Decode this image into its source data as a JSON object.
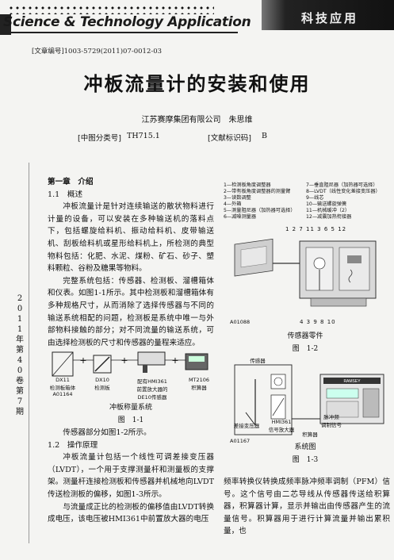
{
  "header": {
    "logo_text": "Science & Technology Application",
    "corner_tag": "科技应用"
  },
  "meta": {
    "article_no": "[文章编号]1003-5729(2011)07-0012-03",
    "clc_label": "[中图分类号]",
    "clc_value": "TH715.1",
    "doc_label": "[文献标识码]",
    "doc_value": "B"
  },
  "title": "冲板流量计的安装和使用",
  "author": "江苏赛摩集团有限公司　朱思维",
  "side_label": [
    "2",
    "0",
    "1",
    "1",
    "年",
    "第",
    "4",
    "0",
    "卷",
    "第",
    "7",
    "期"
  ],
  "body": {
    "chapter": "第一章　介绍",
    "sec_1_1": "1.1　概述",
    "p1": "冲板流量计是针对连续输送的散状物料进行计量的设备，可以安装在多种输送机的落料点下，包括螺旋给料机、振动给料机、皮带输送机、刮板给料机或星形给料机上，所检测的典型物料包括：化肥、水泥、煤粉、矿石、砂子、塑料颗粒、谷粉及糖果等物料。",
    "p2": "完整系统包括：传感器、检测板、溜槽箱体和仪表。如图1-1所示。其中检测板和溜槽箱体有多种规格尺寸，从而消除了选择传感器与不同的输送系统相配的问题，检测板是系统中唯一与外部物料接触的部分；对不同流量的输送系统，可由选择检测板的尺寸和传感器的量程来适应。",
    "p3": "传感器部分如图1-2所示。",
    "sec_1_2": "1.2　操作原理",
    "p4": "冲板流量计包括一个线性可调差接变压器（LVDT），一个用于支撑测量杆和测量板的支撑架。测量杆连接检测板和传感器并机械地向LVDT传送检测板的偏移，如图1-3所示。",
    "p5": "与流量成正比的检测板的偏移值由LVDT转换成电压，该电压被HMI361中前置放大器的电压",
    "p6": "频率转换仪转换成频率脉冲频率调制（PFM）信号。这个信号由二芯导线从传感器传送给积算器，积算器计算，显示并输出由传感器产生的流量信号。积算器用于进行计算流量并输出累积量，也"
  },
  "fig1_1": {
    "items": [
      {
        "label": "DX11\n检测板箱体\nA01164"
      },
      {
        "label": "DX10\n检测板"
      },
      {
        "label": "配有HMI361\n前置放大器的\nDE10传感器"
      },
      {
        "label": "MT2106\n积算器"
      }
    ],
    "plus": "+",
    "system_label": "冲板称量系统",
    "caption": "图　1-1"
  },
  "fig1_2": {
    "legend_left": [
      "1—检测板角度调整器",
      "2—带有板角度调整器的测量臂",
      "3—读数调整",
      "4—外箱",
      "5—测量阻尼器（加热器可选择）",
      "6—减噪测量器"
    ],
    "legend_right": [
      "7—垂直阻尼器（加热器可选择）",
      "8—LVDT（线性变化差接变压器）",
      "9—线芯",
      "10—输送螺旋弹簧",
      "11—机械缓冲（2）",
      "12—减震加热衔接器"
    ],
    "top_numbers": "1 2 7 11 3 6 5 12",
    "bottom_numbers": "4 3 9 8 10",
    "code": "A01088",
    "sub_caption": "传感器零件",
    "caption": "图　1-2"
  },
  "fig1_3": {
    "sensor_label": "传感器",
    "lvdt_label": "差接变压器",
    "amp_label": "HMI361\n信号放大器",
    "signal_label": "脉冲频\n调制信号",
    "box_label": "积算器",
    "brand": "RAMSEY",
    "code": "A01167",
    "system_label": "系统图",
    "caption": "图　1-3"
  }
}
